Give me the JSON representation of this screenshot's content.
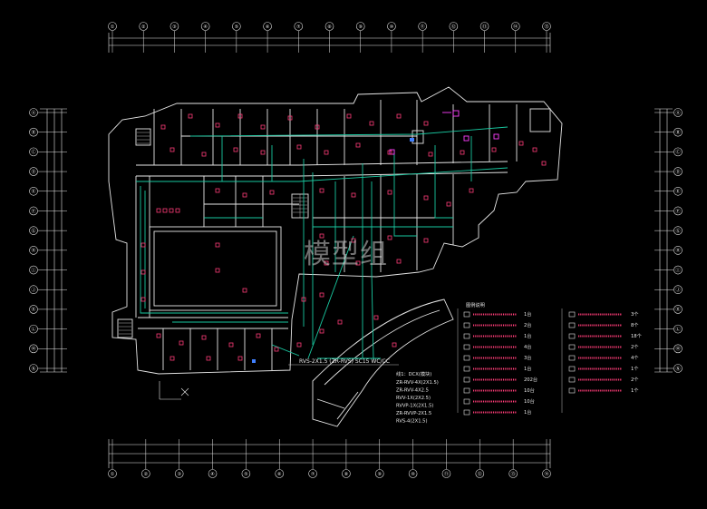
{
  "drawing": {
    "watermark": "模型组",
    "colors": {
      "background": "#000000",
      "wall": "#e6e6e6",
      "cable": "#19c8a0",
      "device": "#ff3c78",
      "dimension": "#e6e6e6",
      "accent_magenta": "#ff40ff",
      "accent_blue": "#4080ff"
    }
  },
  "top_axes": [
    "①",
    "②",
    "③",
    "④",
    "⑤",
    "⑥",
    "⑦",
    "⑧",
    "⑨",
    "⑩",
    "⑪",
    "⑫",
    "⑬",
    "⑭",
    "⑮"
  ],
  "bottom_axes": [
    "①",
    "②",
    "③",
    "④",
    "⑤",
    "⑥",
    "⑦",
    "⑧",
    "⑨",
    "⑩",
    "⑪",
    "⑫",
    "⑬",
    "⑭"
  ],
  "left_axes": [
    "Ⓐ",
    "Ⓑ",
    "Ⓒ",
    "Ⓓ",
    "Ⓔ",
    "Ⓕ",
    "Ⓖ",
    "Ⓗ",
    "Ⓘ",
    "Ⓙ",
    "Ⓚ",
    "Ⓛ",
    "Ⓜ",
    "Ⓝ"
  ],
  "right_axes": [
    "Ⓐ",
    "Ⓑ",
    "Ⓒ",
    "Ⓓ",
    "Ⓔ",
    "Ⓕ",
    "Ⓖ",
    "Ⓗ",
    "Ⓘ",
    "Ⓙ",
    "Ⓚ",
    "Ⓛ",
    "Ⓜ",
    "Ⓝ"
  ],
  "legend": {
    "title": "图例说明",
    "left_items": [
      {
        "icon": "control-panel-icon",
        "qty": "1台"
      },
      {
        "icon": "area-display-icon",
        "qty": "2台"
      },
      {
        "icon": "repeater-icon",
        "qty": "1台"
      },
      {
        "icon": "module-icon",
        "qty": "4台"
      },
      {
        "icon": "smoke-detector-icon",
        "qty": "3台"
      },
      {
        "icon": "heat-detector-icon",
        "qty": "1台"
      },
      {
        "icon": "manual-alarm-icon",
        "qty": "202台"
      },
      {
        "icon": "hydrant-button-icon",
        "qty": "10台"
      },
      {
        "icon": "siren-icon",
        "qty": "10台"
      },
      {
        "icon": "broadcast-icon",
        "qty": "1台"
      }
    ],
    "right_items": [
      {
        "icon": "telephone-icon",
        "qty": "3个"
      },
      {
        "icon": "phone-jack-icon",
        "qty": "8个"
      },
      {
        "icon": "input-module-icon",
        "qty": "18个"
      },
      {
        "icon": "output-module-icon",
        "qty": "2个"
      },
      {
        "icon": "speaker-icon",
        "qty": "4个"
      },
      {
        "icon": "fan-icon",
        "qty": "1个"
      },
      {
        "icon": "valve-icon",
        "qty": "2个"
      },
      {
        "icon": "pump-icon",
        "qty": "1个"
      }
    ]
  },
  "cable_notes": {
    "heading": "线1：DCX(模块)",
    "lines": [
      "ZR-RVV-4X(2X1.5)",
      "ZR-RVV-4X2.5",
      "RVV-1X(2X2.5)",
      "RVVP-1X(2X1.5)",
      "ZR-RVVP-2X1.5",
      "RVS-4(2X1.5)"
    ]
  }
}
